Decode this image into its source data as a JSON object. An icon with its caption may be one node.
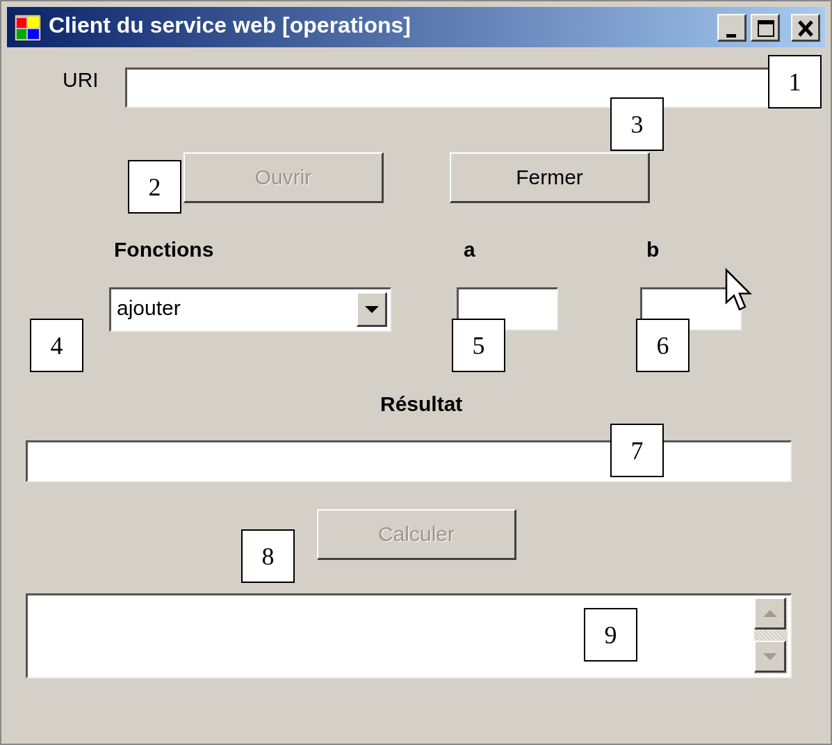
{
  "diagram": {
    "title": "Client du service web [operations]",
    "labels": [
      "URI",
      "1",
      "2",
      "Ouvrir",
      "Fermer",
      "3",
      "Fonctions",
      "a",
      "b",
      "ajouter",
      "4",
      "5",
      "6",
      "Résultat",
      "7",
      "8",
      "Calculer",
      "9"
    ]
  }
}
